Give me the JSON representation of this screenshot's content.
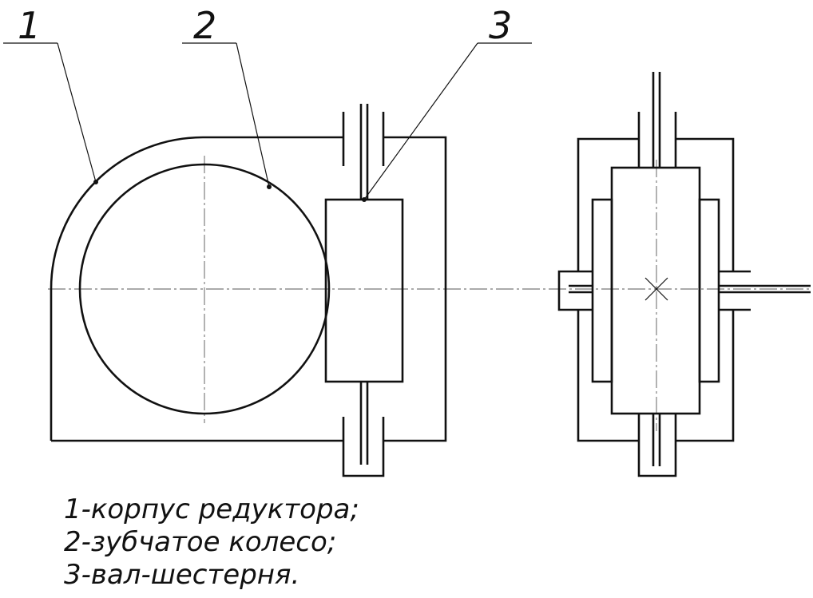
{
  "callouts": [
    {
      "number": "1"
    },
    {
      "number": "2"
    },
    {
      "number": "3"
    }
  ],
  "legend": [
    "1-корпус редуктора;",
    "2-зубчатое колесо;",
    "3-вал-шестерня."
  ]
}
